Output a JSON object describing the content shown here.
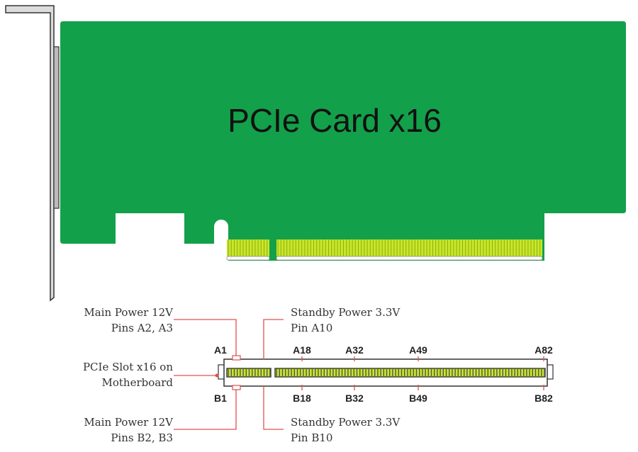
{
  "card": {
    "title": "PCIe Card x16",
    "pcb_color": "#13a04a",
    "gold_color": "#c8e62a",
    "bracket_color": "#dedede"
  },
  "annotations": {
    "main_power_a": {
      "line1": "Main Power 12V",
      "line2": "Pins A2, A3"
    },
    "slot": {
      "line1": "PCIe Slot x16 on",
      "line2": "Motherboard"
    },
    "main_power_b": {
      "line1": "Main Power 12V",
      "line2": "Pins B2, B3"
    },
    "standby_a": {
      "line1": "Standby Power 3.3V",
      "line2": "Pin A10"
    },
    "standby_b": {
      "line1": "Standby Power 3.3V",
      "line2": "Pin B10"
    },
    "leader_color": "#e05050"
  },
  "pins": {
    "top": [
      "A1",
      "A18",
      "A32",
      "A49",
      "A82"
    ],
    "bottom": [
      "B1",
      "B18",
      "B32",
      "B49",
      "B82"
    ]
  }
}
